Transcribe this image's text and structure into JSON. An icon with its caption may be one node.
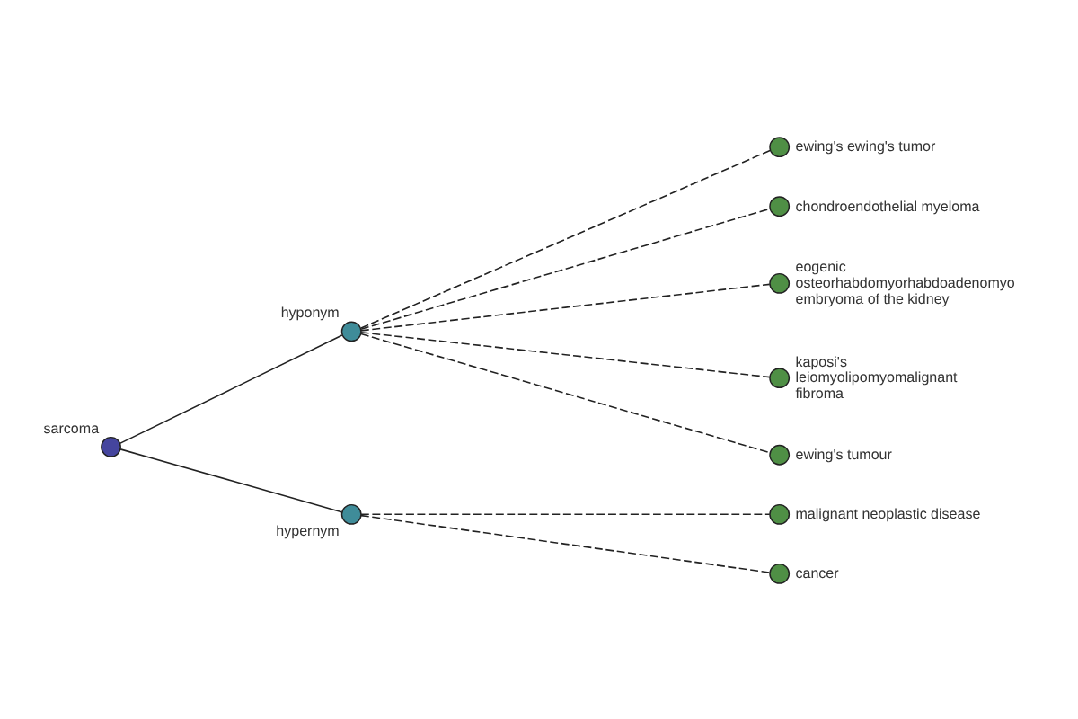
{
  "diagram": {
    "nodes": [
      {
        "text": [
          "sarcoma"
        ]
      },
      {
        "text": [
          "hyponym"
        ]
      },
      {
        "text": [
          "hypernym"
        ]
      },
      {
        "text": [
          "ewing's ewing's tumor"
        ]
      },
      {
        "text": [
          "chondroendothelial myeloma"
        ]
      },
      {
        "text": [
          "eogenic osteorhabdomyorhabdoadenomyo embryoma of the kidney"
        ]
      },
      {
        "text": [
          "kaposi's leiomyolipomyomalignant fibroma"
        ]
      },
      {
        "text": [
          "ewing's tumour"
        ]
      },
      {
        "text": [
          "malignant neoplastic disease"
        ]
      },
      {
        "text": [
          "cancer"
        ]
      }
    ],
    "edges": [
      {
        "from": 0,
        "to": 1,
        "arrow": "none"
      },
      {
        "from": 0,
        "to": 2,
        "arrow": "none"
      },
      {
        "from": 1,
        "to": 3,
        "arrow": "none",
        "style": "dashed"
      },
      {
        "from": 1,
        "to": 4,
        "arrow": "none",
        "style": "dashed"
      },
      {
        "from": 1,
        "to": 5,
        "arrow": "none",
        "style": "dashed"
      },
      {
        "from": 1,
        "to": 6,
        "arrow": "none",
        "style": "dashed"
      },
      {
        "from": 1,
        "to": 7,
        "arrow": "none",
        "style": "dashed"
      },
      {
        "from": 2,
        "to": 8,
        "arrow": "none",
        "style": "dashed"
      },
      {
        "from": 2,
        "to": 9,
        "arrow": "none",
        "style": "dashed"
      }
    ]
  }
}
